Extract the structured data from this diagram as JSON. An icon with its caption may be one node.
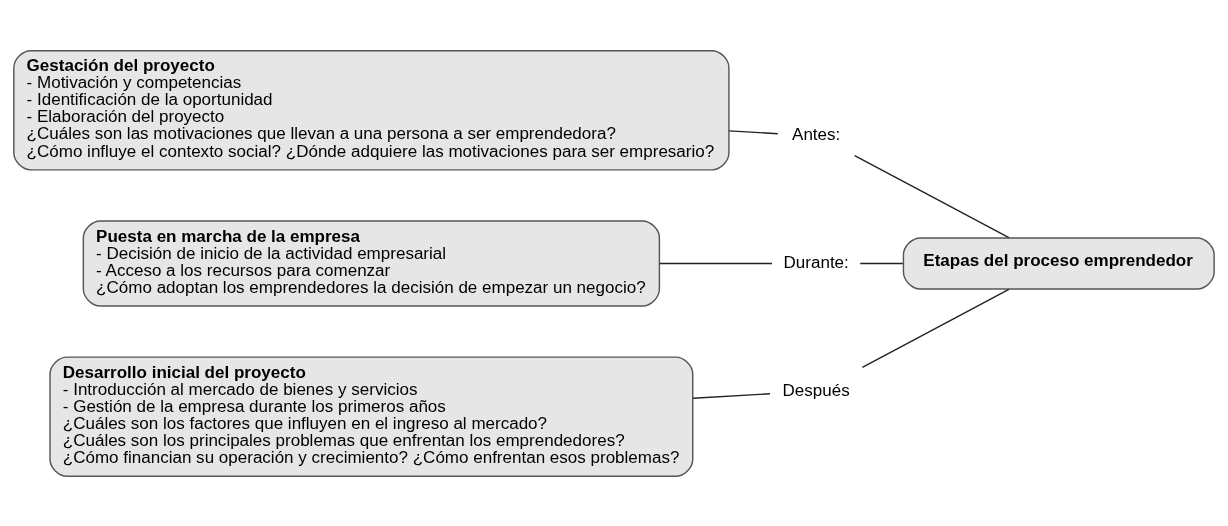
{
  "diagram": {
    "nodes": [
      {
        "text": [
          "Gestación del proyecto",
          "- Motivación y competencias",
          "- Identificación de la oportunidad",
          "- Elaboración del proyecto",
          "¿Cuáles son las motivaciones que llevan a una persona a ser emprendedora?",
          "¿Cómo influye el contexto social? ¿Dónde adquiere las motivaciones para ser empresario?"
        ]
      },
      {
        "text": [
          "Antes:"
        ]
      },
      {
        "text": [
          "Puesta en marcha de la empresa",
          "- Decisión de inicio de la actividad empresarial",
          "- Acceso a los recursos para comenzar",
          "¿Cómo adoptan los emprendedores la decisión de empezar un negocio?"
        ]
      },
      {
        "text": [
          "Durante:"
        ]
      },
      {
        "text": [
          "Etapas del proceso emprendedor"
        ]
      },
      {
        "text": [
          "Desarrollo inicial del proyecto",
          "- Introducción al mercado de bienes y servicios",
          "- Gestión de la empresa durante los primeros años",
          "¿Cuáles son los factores que influyen en el ingreso al mercado?",
          "¿Cuáles son los principales problemas que enfrentan los emprendedores?",
          "¿Cómo financian su operación y crecimiento? ¿Cómo enfrentan esos problemas?"
        ]
      },
      {
        "text": [
          "Después"
        ]
      }
    ],
    "edges": [
      {
        "from": 4,
        "to": 1,
        "arrow": "none"
      },
      {
        "from": 1,
        "to": 0,
        "arrow": "none"
      },
      {
        "from": 4,
        "to": 3,
        "arrow": "none"
      },
      {
        "from": 3,
        "to": 2,
        "arrow": "none"
      },
      {
        "from": 4,
        "to": 6,
        "arrow": "none"
      },
      {
        "from": 6,
        "to": 5,
        "arrow": "none"
      }
    ]
  }
}
